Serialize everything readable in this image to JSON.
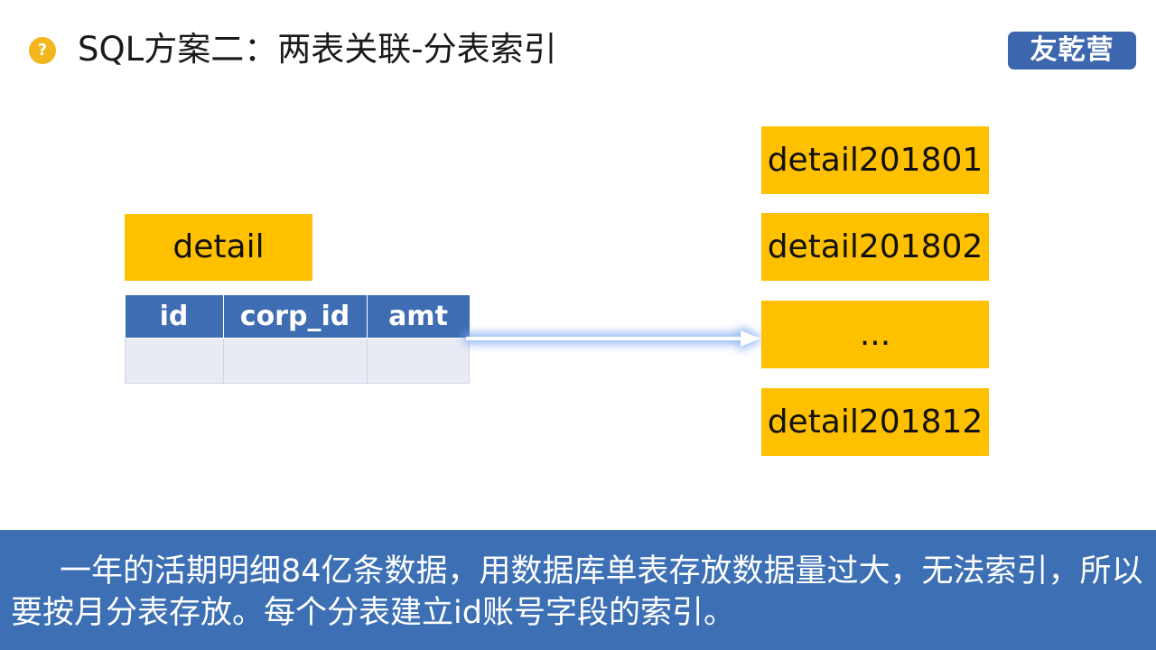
{
  "header": {
    "icon_symbol": "?",
    "title": "SQL方案二：两表关联-分表索引",
    "logo_text": "友乾营"
  },
  "diagram": {
    "source_table_name": "detail",
    "columns": [
      "id",
      "corp_id",
      "amt"
    ],
    "partitions": [
      "detail201801",
      "detail201802",
      "...",
      "detail201812"
    ]
  },
  "footer": {
    "text": "一年的活期明细84亿条数据，用数据库单表存放数据量过大，无法索引，所以要按月分表存放。每个分表建立id账号字段的索引。"
  },
  "colors": {
    "box_fill": "#ffc000",
    "header_blue": "#3f6db3",
    "banner_blue": "#3c6fb4",
    "arrow_glow": "#7ea7f0"
  }
}
